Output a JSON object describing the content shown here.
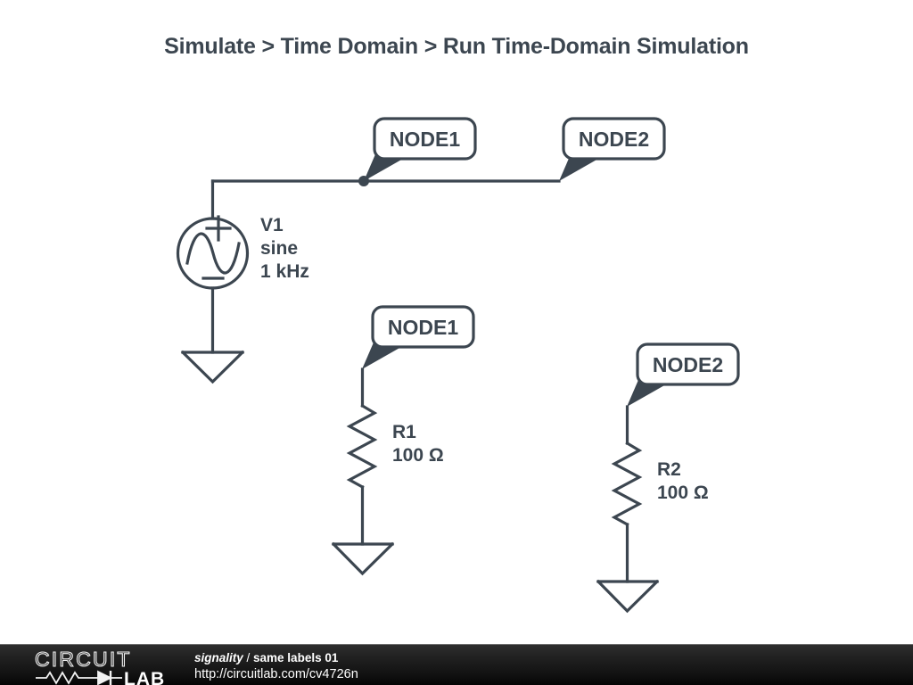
{
  "title": "Simulate > Time Domain > Run Time-Domain Simulation",
  "colors": {
    "background": "#ffffff",
    "ink": "#3c4650",
    "footer_bg": "#121212",
    "footer_text": "#ffffff"
  },
  "schematic": {
    "node_labels": [
      {
        "id": "node1-wire",
        "text": "NODE1"
      },
      {
        "id": "node2-wire",
        "text": "NODE2"
      },
      {
        "id": "node1-r1",
        "text": "NODE1"
      },
      {
        "id": "node2-r2",
        "text": "NODE2"
      }
    ],
    "components": [
      {
        "id": "v1",
        "type": "voltage-source-sine",
        "lines": [
          "V1",
          "sine",
          "1 kHz"
        ],
        "name": "V1",
        "waveform": "sine",
        "frequency": "1 kHz",
        "plus": "+",
        "minus": "−"
      },
      {
        "id": "r1",
        "type": "resistor",
        "lines": [
          "R1",
          "100 Ω"
        ],
        "name": "R1",
        "value": "100 Ω"
      },
      {
        "id": "r2",
        "type": "resistor",
        "lines": [
          "R2",
          "100 Ω"
        ],
        "name": "R2",
        "value": "100 Ω"
      }
    ],
    "grounds": [
      "ground-v1",
      "ground-r1",
      "ground-r2"
    ]
  },
  "footer": {
    "logo": {
      "word_top": "CIRCUIT",
      "word_bottom": "LAB"
    },
    "author": "signality",
    "separator": " / ",
    "project": "same labels 01",
    "url": "http://circuitlab.com/cv4726n"
  }
}
